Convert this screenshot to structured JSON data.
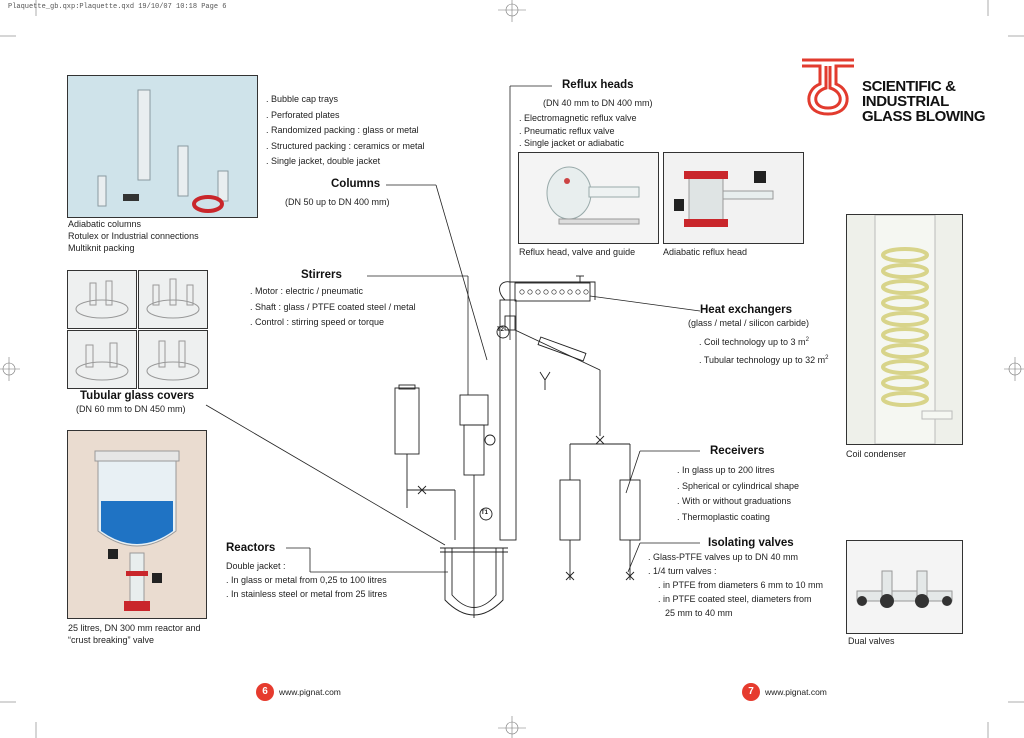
{
  "slug": "Plaquette_gb.qxp:Plaquette.qxd  19/10/07  10:18  Page 6",
  "logo": {
    "line1": "SCIENTIFIC &",
    "line2": "INDUSTRIAL",
    "line3": "GLASS BLOWING"
  },
  "columns": {
    "bullets": [
      ". Bubble cap trays",
      ". Perforated plates",
      ". Randomized packing : glass or metal",
      ". Structured packing : ceramics or metal",
      ". Single jacket, double jacket"
    ],
    "heading": "Columns",
    "range": "(DN 50 up to DN 400 mm)",
    "caption": [
      "Adiabatic columns",
      "Rotulex or Industrial connections",
      "Multiknit packing"
    ]
  },
  "reflux": {
    "heading": "Reflux heads",
    "range": "(DN 40 mm to DN 400 mm)",
    "bullets": [
      ". Electromagnetic reflux valve",
      ". Pneumatic reflux valve",
      ". Single jacket or adiabatic"
    ],
    "caption1": "Reflux head, valve and guide",
    "caption2": "Adiabatic reflux head"
  },
  "stirrers": {
    "heading": "Stirrers",
    "bullets": [
      ". Motor : electric / pneumatic",
      ". Shaft : glass / PTFE coated steel / metal",
      ". Control : stirring speed or torque"
    ]
  },
  "covers": {
    "heading": "Tubular glass covers",
    "range": "(DN 60 mm to DN 450 mm)"
  },
  "heat": {
    "heading": "Heat exchangers",
    "sub": "(glass / metal / silicon carbide)",
    "bullet1": ". Coil technology up to 3 m",
    "bullet2": ". Tubular technology up to 32 m",
    "sup": "2"
  },
  "coil": {
    "caption": "Coil condenser"
  },
  "receivers": {
    "heading": "Receivers",
    "bullets": [
      ". In glass up to 200 litres",
      ". Spherical or cylindrical shape",
      ". With or without graduations",
      ". Thermoplastic coating"
    ]
  },
  "valves": {
    "heading": "Isolating valves",
    "bullets": [
      ". Glass-PTFE valves up to DN 40 mm",
      ". 1/4 turn valves :",
      ". in PTFE from diameters 6 mm to 10 mm",
      ". in PTFE coated steel, diameters from",
      "25 mm to 40 mm"
    ],
    "caption": "Dual valves"
  },
  "reactors": {
    "heading": "Reactors",
    "bullets": [
      "Double jacket :",
      ". In glass or metal from 0,25 to 100 litres",
      ". In stainless steel or metal from 25 litres"
    ],
    "caption": [
      "25 litres, DN 300 mm reactor  and",
      "“crust breaking” valve"
    ]
  },
  "diagram": {
    "t1": "T1",
    "t2": "T2"
  },
  "footer": {
    "left_page": "6",
    "left_url": "www.pignat.com",
    "right_page": "7",
    "right_url": "www.pignat.com"
  }
}
